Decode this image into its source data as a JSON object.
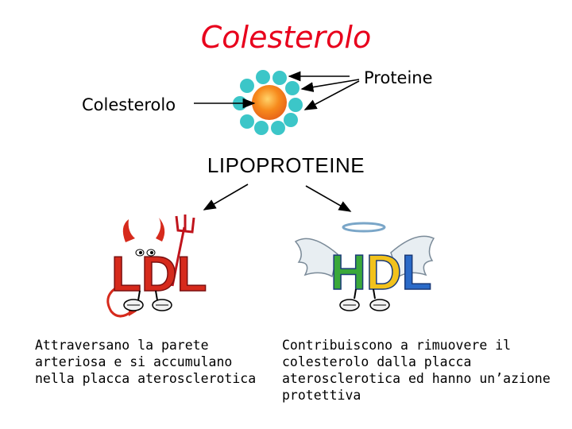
{
  "title": "Colesterolo",
  "labels": {
    "proteine": "Proteine",
    "colesterolo": "Colesterolo"
  },
  "lipoproteine": "LIPOPROTEINE",
  "ldl": {
    "letters": "LDL",
    "caption": [
      "Attraversano la parete",
      "arteriosa e si accumulano",
      "nella placca aterosclerotica"
    ]
  },
  "hdl": {
    "letters": "HDL",
    "caption": [
      "Contribuiscono a rimuovere il",
      "colesterolo dalla placca",
      "aterosclerotica ed hanno un’azione",
      "protettiva"
    ]
  },
  "colors": {
    "title": "#e8001c",
    "protein": "#3cc6c8",
    "core": "#f78a1c",
    "ldl_letter": "#d62a1c",
    "hdl_blue": "#2a6ac8",
    "hdl_green": "#3aa83a",
    "hdl_yellow": "#f2c21c"
  }
}
